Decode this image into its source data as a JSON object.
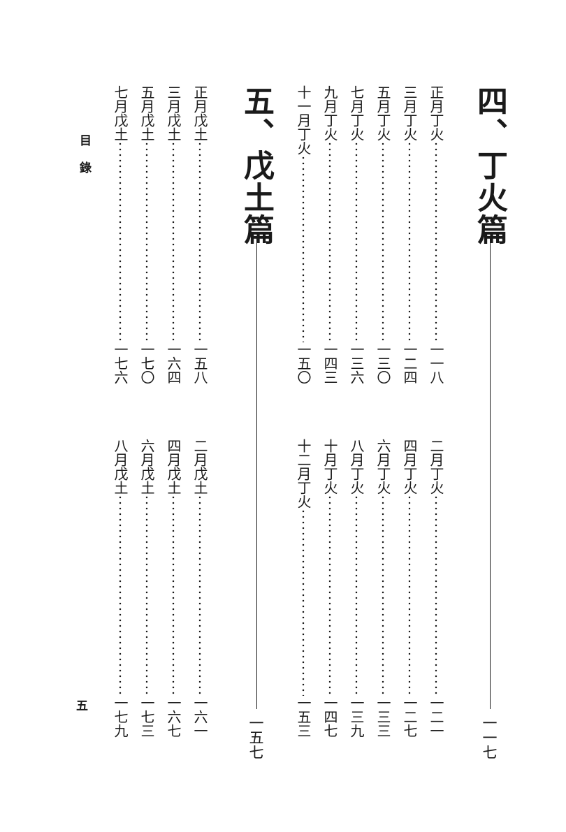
{
  "running_head": "目錄",
  "folio": "五",
  "sections": [
    {
      "title": "四、丁火篇",
      "page": "一一七",
      "columns": [
        [
          {
            "label": "正月丁火",
            "page": "一一八"
          },
          {
            "label": "三月丁火",
            "page": "一二四"
          },
          {
            "label": "五月丁火",
            "page": "一三〇"
          },
          {
            "label": "七月丁火",
            "page": "一三六"
          },
          {
            "label": "九月丁火",
            "page": "一四三"
          },
          {
            "label": "十一月丁火",
            "page": "一五〇"
          }
        ],
        [
          {
            "label": "二月丁火",
            "page": "一二一"
          },
          {
            "label": "四月丁火",
            "page": "一二七"
          },
          {
            "label": "六月丁火",
            "page": "一三三"
          },
          {
            "label": "八月丁火",
            "page": "一三九"
          },
          {
            "label": "十月丁火",
            "page": "一四七"
          },
          {
            "label": "十二月丁火",
            "page": "一五三"
          }
        ]
      ]
    },
    {
      "title": "五、戊土篇",
      "page": "一五七",
      "columns": [
        [
          {
            "label": "正月戊土",
            "page": "一五八"
          },
          {
            "label": "三月戊土",
            "page": "一六四"
          },
          {
            "label": "五月戊土",
            "page": "一七〇"
          },
          {
            "label": "七月戊土",
            "page": "一七六"
          }
        ],
        [
          {
            "label": "二月戊土",
            "page": "一六一"
          },
          {
            "label": "四月戊土",
            "page": "一六七"
          },
          {
            "label": "六月戊土",
            "page": "一七三"
          },
          {
            "label": "八月戊土",
            "page": "一七九"
          }
        ]
      ]
    }
  ]
}
